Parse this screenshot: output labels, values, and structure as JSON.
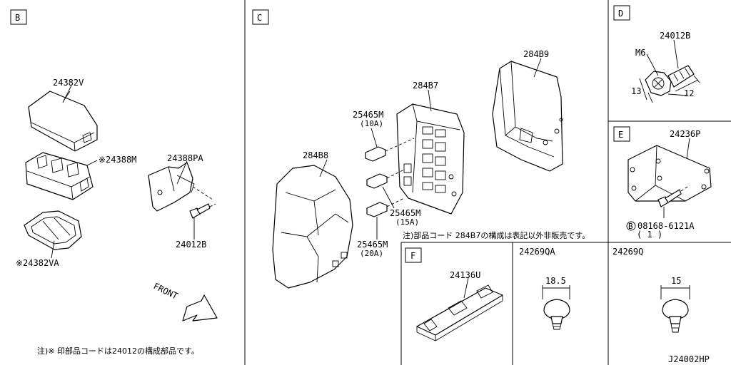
{
  "sections": {
    "B": "B",
    "C": "C",
    "D": "D",
    "E": "E",
    "F": "F"
  },
  "parts": {
    "p24382V": "24382V",
    "p24388M": "※24388M",
    "p24382VA": "※24382VA",
    "p24388PA": "24388PA",
    "p24012B_b": "24012B",
    "p284B8": "284B8",
    "p284B7": "284B7",
    "p284B9": "284B9",
    "p25465M_10": "25465M",
    "amp_10": "(10A)",
    "p25465M_15": "25465M",
    "amp_15": "(15A)",
    "p25465M_20": "25465M",
    "amp_20": "(20A)",
    "p24012B_d": "24012B",
    "m6": "M6",
    "dim13": "13",
    "dim12": "12",
    "p24236P": "24236P",
    "bolt_code": "08168-6121A",
    "bolt_qty": "( 1 )",
    "bolt_circle": "B",
    "p24136U": "24136U",
    "p24269QA": "24269QA",
    "dim18_5": "18.5",
    "p24269Q": "24269Q",
    "dim15": "15"
  },
  "notes": {
    "front": "FRONT",
    "note_b": "注)※ 印部品コードは24012の構成部品です。",
    "note_c": "注)部品コード 284B7の構成は表記以外非販売です。",
    "diagram_id": "J24002HP"
  }
}
